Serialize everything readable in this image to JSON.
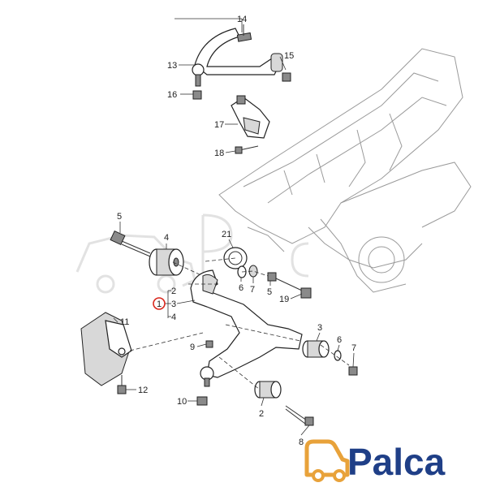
{
  "callouts": {
    "c1": "1",
    "c2a": "2",
    "c3a": "3",
    "c4a": "4",
    "c2b": "2",
    "c3b": "3",
    "c4b": "4",
    "c5a": "5",
    "c5b": "5",
    "c6a": "6",
    "c6b": "6",
    "c7a": "7",
    "c7b": "7",
    "c8": "8",
    "c9": "9",
    "c10": "10",
    "c11": "11",
    "c12": "12",
    "c13": "13",
    "c14": "14",
    "c15": "15",
    "c16": "16",
    "c17": "17",
    "c18": "18",
    "c19": "19",
    "c21": "21"
  },
  "logo": {
    "text": "Palca",
    "color": "#1f3f87",
    "accent": "#e8a23a"
  },
  "highlight": {
    "color": "#d9261c",
    "target": "1"
  }
}
